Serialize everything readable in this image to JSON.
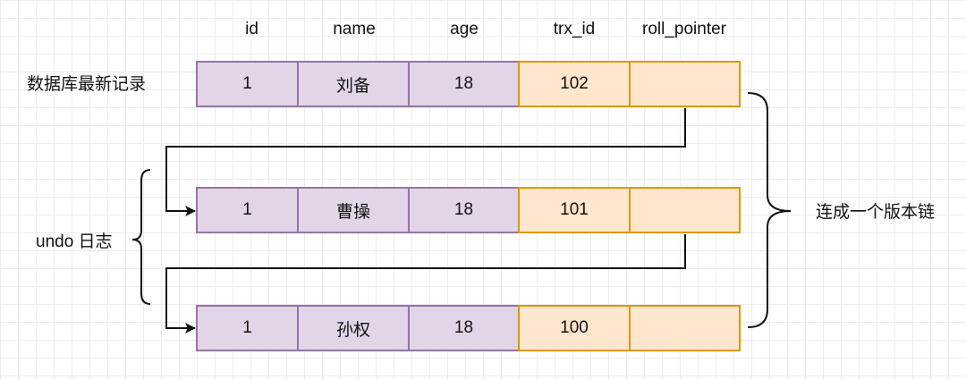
{
  "columns": {
    "id": "id",
    "name": "name",
    "age": "age",
    "trx_id": "trx_id",
    "roll_pointer": "roll_pointer"
  },
  "labels": {
    "latest_record": "数据库最新记录",
    "undo_log": "undo 日志",
    "version_chain": "连成一个版本链"
  },
  "rows": [
    {
      "id": "1",
      "name": "刘备",
      "age": "18",
      "trx_id": "102",
      "roll_pointer": ""
    },
    {
      "id": "1",
      "name": "曹操",
      "age": "18",
      "trx_id": "101",
      "roll_pointer": ""
    },
    {
      "id": "1",
      "name": "孙权",
      "age": "18",
      "trx_id": "100",
      "roll_pointer": ""
    }
  ],
  "colors": {
    "field_fill": "#e1d5e7",
    "field_border": "#9673a6",
    "meta_fill": "#ffe6cc",
    "meta_border": "#d79b00"
  }
}
